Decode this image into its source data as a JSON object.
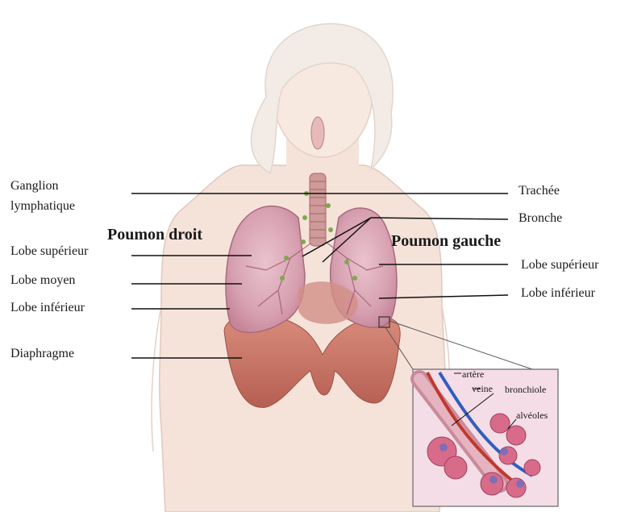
{
  "labels": {
    "ganglion_line1": "Ganglion",
    "ganglion_line2": "lymphatique",
    "lobe_superieur_right": "Lobe supérieur",
    "lobe_moyen": "Lobe moyen",
    "lobe_inferieur_right": "Lobe inférieur",
    "diaphragme": "Diaphragme",
    "trachee": "Trachée",
    "bronche": "Bronche",
    "lobe_superieur_left": "Lobe supérieur",
    "lobe_inferieur_left": "Lobe inférieur"
  },
  "headings": {
    "poumon_droit": "Poumon droit",
    "poumon_gauche": "Poumon gauche"
  },
  "inset": {
    "artere": "artère",
    "veine": "veine",
    "bronchiole": "bronchiole",
    "alveoles": "alvéoles"
  },
  "colors": {
    "skin": "#f3ddd3",
    "lung": "#d9a6b4",
    "diaphragm": "#c9786a",
    "trachea": "#c98a8a",
    "lymph": "#7fa84a",
    "artery": "#c0392b",
    "vein": "#2f5fbf"
  }
}
